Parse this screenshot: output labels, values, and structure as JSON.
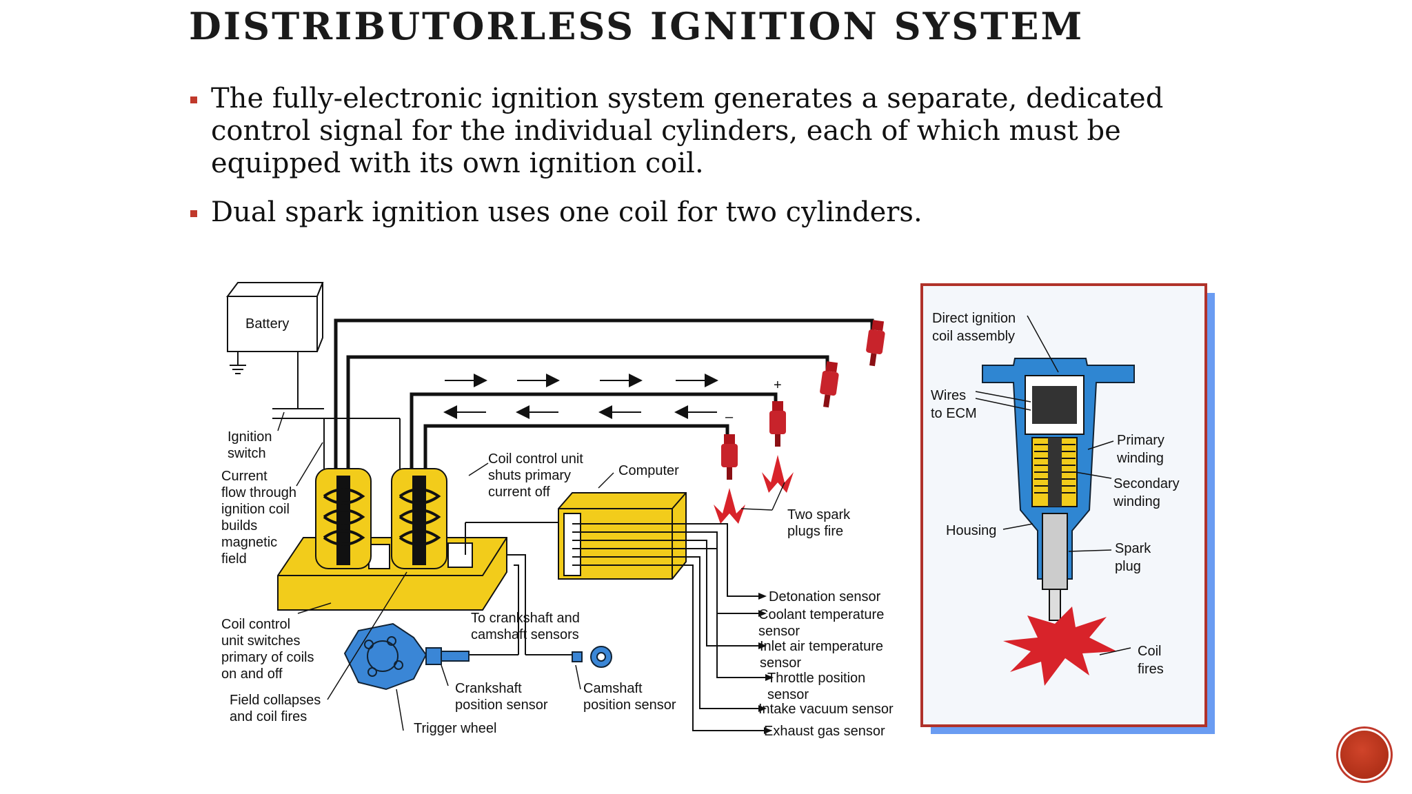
{
  "slide": {
    "title": "DISTRIBUTORLESS IGNITION SYSTEM",
    "bullets": [
      "The fully-electronic ignition system generates a separate, dedicated control signal for the individual cylinders, each of which must be equipped with its own ignition coil.",
      "Dual spark ignition uses one coil for two cylinders."
    ],
    "accent_color": "#c0392b"
  },
  "left_diagram": {
    "battery": "Battery",
    "ignition_switch": [
      "Ignition",
      "switch"
    ],
    "current_flow": [
      "Current",
      "flow through",
      "ignition coil",
      "builds",
      "magnetic",
      "field"
    ],
    "coil_control_unit_switches": [
      "Coil control",
      "unit switches",
      "primary of coils",
      "on and off"
    ],
    "field_collapses": [
      "Field collapses",
      "and coil fires"
    ],
    "coil_control_shuts": [
      "Coil control unit",
      "shuts primary",
      "current off"
    ],
    "computer": "Computer",
    "two_spark_plugs": [
      "Two spark",
      "plugs fire"
    ],
    "to_sensors": [
      "To crankshaft and",
      "camshaft sensors"
    ],
    "crankshaft_sensor": [
      "Crankshaft",
      "position sensor"
    ],
    "camshaft_sensor": [
      "Camshaft",
      "position sensor"
    ],
    "trigger_wheel": "Trigger wheel",
    "plus": "+",
    "minus": "–",
    "sensors": [
      [
        "Detonation sensor"
      ],
      [
        "Coolant temperature",
        "sensor"
      ],
      [
        "Inlet air temperature",
        "sensor"
      ],
      [
        "Throttle position",
        "sensor"
      ],
      [
        "Intake vacuum sensor"
      ],
      [
        "Exhaust gas sensor"
      ]
    ]
  },
  "right_diagram": {
    "direct_ignition": [
      "Direct ignition",
      "coil assembly"
    ],
    "wires_to_ecm": [
      "Wires",
      "to ECM"
    ],
    "primary_winding": [
      "Primary",
      "winding"
    ],
    "secondary_winding": [
      "Secondary",
      "winding"
    ],
    "housing": "Housing",
    "spark_plug": [
      "Spark",
      "plug"
    ],
    "coil_fires": [
      "Coil",
      "fires"
    ]
  }
}
